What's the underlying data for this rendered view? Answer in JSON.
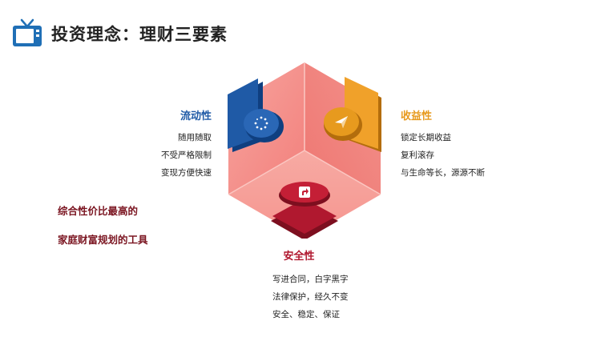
{
  "title": "投资理念：理财三要素",
  "liquidity": {
    "heading": "流动性",
    "lines": [
      "随用随取",
      "不受严格限制",
      "变现方便快速"
    ]
  },
  "returns": {
    "heading": "收益性",
    "lines": [
      "锁定长期收益",
      "复利滚存",
      "与生命等长，源源不断"
    ]
  },
  "safety": {
    "heading": "安全性",
    "lines": [
      "写进合同，白字黑字",
      "法律保护，经久不变",
      "安全、稳定、保证"
    ]
  },
  "summary": {
    "lines": [
      "综合性价比最高的",
      "家庭财富规划的工具"
    ]
  },
  "icons": {
    "header": "tv-icon",
    "liquidity": "loading-spinner-icon",
    "returns": "paper-plane-icon",
    "safety": "share-arrow-icon"
  },
  "colors": {
    "blue": "#1f5aa6",
    "orange": "#e79a1e",
    "red": "#b0182f",
    "cube_pink": "#f08a86"
  }
}
